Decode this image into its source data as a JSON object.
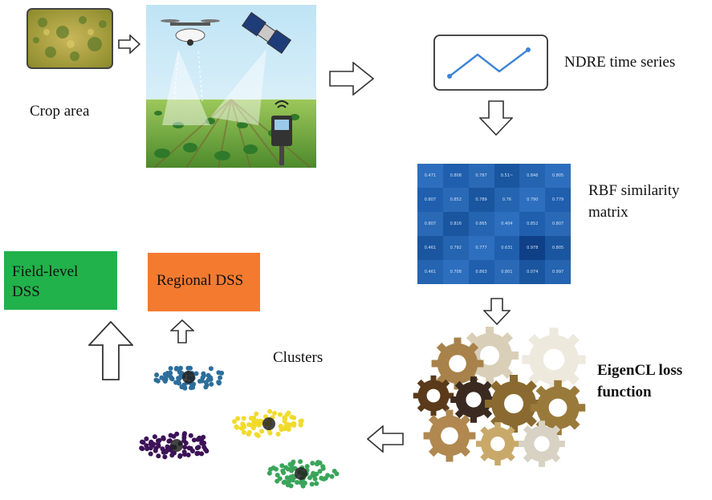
{
  "labels": {
    "crop_area": "Crop area",
    "ndre": "NDRE time series",
    "rbf_line1": "RBF similarity",
    "rbf_line2": "matrix",
    "eigencl_line1": "EigenCL loss",
    "eigencl_line2": "function",
    "clusters": "Clusters"
  },
  "boxes": {
    "field_line1": "Field-level",
    "field_line2": "DSS",
    "regional": "Regional DSS"
  },
  "colors": {
    "field_box": "#21b24b",
    "regional_box": "#f47a30",
    "matrix_blue": "#1f5fae",
    "cluster_blue": "#2c6e9c",
    "cluster_purple": "#3d1258",
    "cluster_yellow": "#f1db2a",
    "cluster_green": "#3aa55a"
  },
  "matrix": {
    "rows": [
      [
        "0.471",
        "0.808",
        "0.787",
        "0.51~",
        "0.846",
        "0.805"
      ],
      [
        "0.807",
        "0.852",
        "0.789",
        "0.76",
        "0.790",
        "0.779"
      ],
      [
        "0.807",
        "0.816",
        "0.865",
        "0.404",
        "0.852",
        "0.807"
      ],
      [
        "0.461",
        "0.792",
        "0.777",
        "0.631",
        "0.978",
        "0.805"
      ],
      [
        "0.461",
        "0.708",
        "0.863",
        "0.801",
        "0.074",
        "0.997"
      ]
    ]
  },
  "icons": {
    "crop": "crop-field-thumbnail",
    "drone_scene": "drone-satellite-sensor-scene",
    "chart": "line-chart-icon",
    "gears": "gears-icon",
    "scatter": "cluster-scatter"
  }
}
